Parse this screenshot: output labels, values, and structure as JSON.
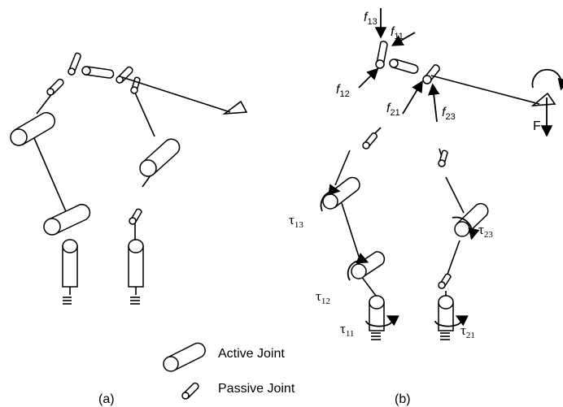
{
  "legend": {
    "active_joint": "Active Joint",
    "passive_joint": "Passive Joint"
  },
  "panels": {
    "a_label": "(a)",
    "b_label": "(b)"
  },
  "forces": {
    "f13": {
      "sym": "f",
      "sub": "13"
    },
    "f11": {
      "sym": "f",
      "sub": "11"
    },
    "f12": {
      "sym": "f",
      "sub": "12"
    },
    "f21": {
      "sym": "f",
      "sub": "21"
    },
    "f23": {
      "sym": "f",
      "sub": "23"
    },
    "F": "F"
  },
  "torques": {
    "t13": {
      "sym": "τ",
      "sub": "13"
    },
    "t23": {
      "sym": "τ",
      "sub": "23"
    },
    "t12": {
      "sym": "τ",
      "sub": "12"
    },
    "t11": {
      "sym": "τ",
      "sub": "11"
    },
    "t21": {
      "sym": "τ",
      "sub": "21"
    }
  }
}
